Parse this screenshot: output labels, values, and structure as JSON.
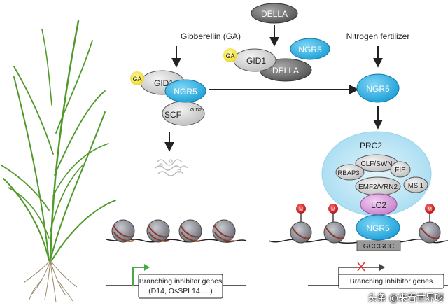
{
  "labels": {
    "gibberellin": "Gibberellin (GA)",
    "della_top": "DELLA",
    "nitrogen": "Nitrogen fertilizer",
    "ga": "GA",
    "gid1": "GID1",
    "ngr5": "NGR5",
    "della": "DELLA",
    "scf": "SCF",
    "scf_sup": "GID2",
    "prc2": "PRC2",
    "clf_swn": "CLF/SWN",
    "rbap3": "RBAP3",
    "fie": "FIE",
    "msi1": "MSI1",
    "emf2_vrn2": "EMF2/VRN2",
    "lc2": "LC2",
    "gccgcc": "GCCGCC",
    "branching_left": "Branching inhibitor genes",
    "branching_left_sub": "(D14, OsSPL14.....)",
    "branching_right": "Branching inhibitor genes",
    "watermark": "头条 @来看世界呀"
  },
  "colors": {
    "ngr5": "#2ab4e8",
    "ga": "#f5e33a",
    "grey_protein": "#d7d7d7",
    "della": "#6e6e6e",
    "lc2": "#d79ad8",
    "prc2_halo": "#bfe6f5",
    "methyl": "#cc1a1a",
    "nucleosome": "#8e8e96",
    "promoter_arrow": "#4aa84a",
    "blocked_x": "#e03030",
    "plant": "#4f9a2a"
  },
  "icons": [
    "rice-plant-icon",
    "degradation-icon",
    "methylation-mark-icon",
    "nucleosome-icon",
    "promoter-arrow-icon",
    "blocked-x-icon"
  ]
}
